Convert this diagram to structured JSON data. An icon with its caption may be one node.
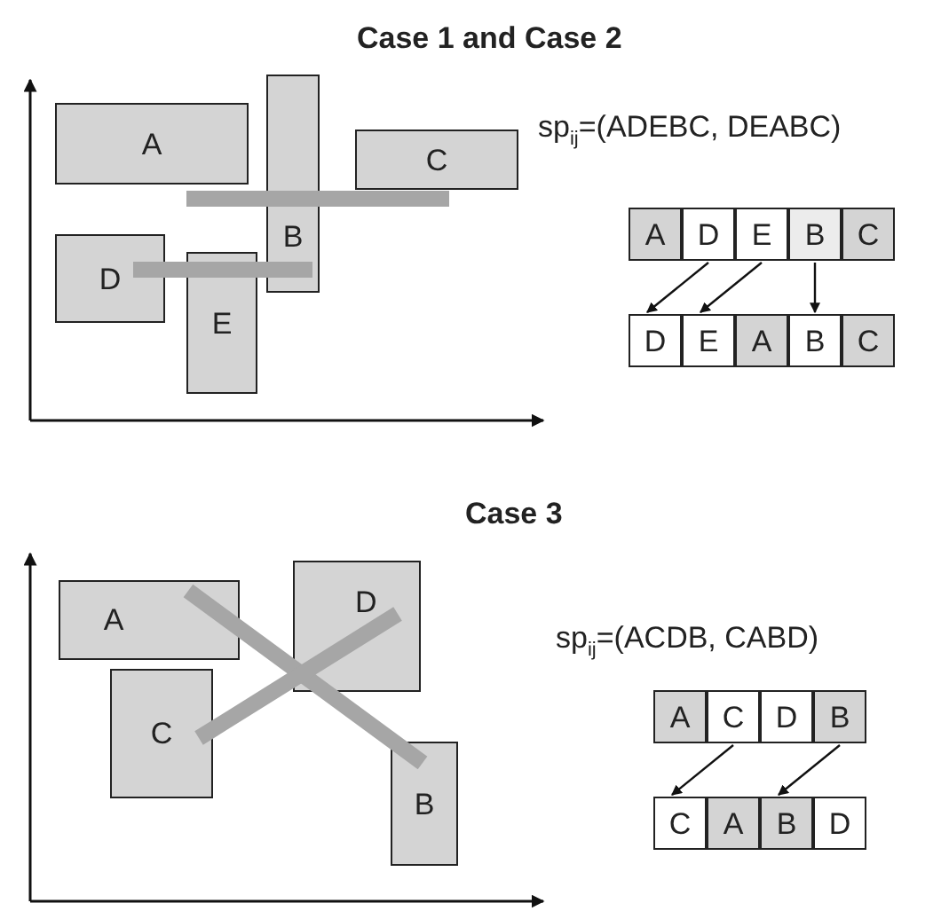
{
  "diagram": {
    "nodes": [
      {
        "text": [
          "A"
        ]
      },
      {
        "text": [
          "B"
        ]
      },
      {
        "text": [
          "C"
        ]
      },
      {
        "text": [
          "D"
        ]
      },
      {
        "text": [
          "E"
        ]
      },
      {
        "text": [
          "A"
        ]
      },
      {
        "text": [
          "D"
        ]
      },
      {
        "text": [
          "E"
        ]
      },
      {
        "text": [
          "B"
        ]
      },
      {
        "text": [
          "C"
        ]
      },
      {
        "text": [
          "D"
        ]
      },
      {
        "text": [
          "E"
        ]
      },
      {
        "text": [
          "A"
        ]
      },
      {
        "text": [
          "B"
        ]
      },
      {
        "text": [
          "C"
        ]
      },
      {
        "text": [
          "A"
        ]
      },
      {
        "text": [
          "D"
        ]
      },
      {
        "text": [
          "C"
        ]
      },
      {
        "text": [
          "B"
        ]
      },
      {
        "text": [
          "A"
        ]
      },
      {
        "text": [
          "C"
        ]
      },
      {
        "text": [
          "D"
        ]
      },
      {
        "text": [
          "B"
        ]
      },
      {
        "text": [
          "C"
        ]
      },
      {
        "text": [
          "A"
        ]
      },
      {
        "text": [
          "B"
        ]
      },
      {
        "text": [
          "D"
        ]
      }
    ],
    "edges": [
      {
        "from": 6,
        "to": 10,
        "arrow": "to"
      },
      {
        "from": 7,
        "to": 11,
        "arrow": "to"
      },
      {
        "from": 8,
        "to": 13,
        "arrow": "to"
      },
      {
        "from": 20,
        "to": 23,
        "arrow": "to"
      },
      {
        "from": 22,
        "to": 25,
        "arrow": "to"
      }
    ],
    "labels": [
      "Case 1 and Case 2",
      "sp$_{ij}$=(ADEBC, DEABC)",
      "Case 3",
      "sp$_{ij}$=(ACDB, CABD)"
    ]
  }
}
